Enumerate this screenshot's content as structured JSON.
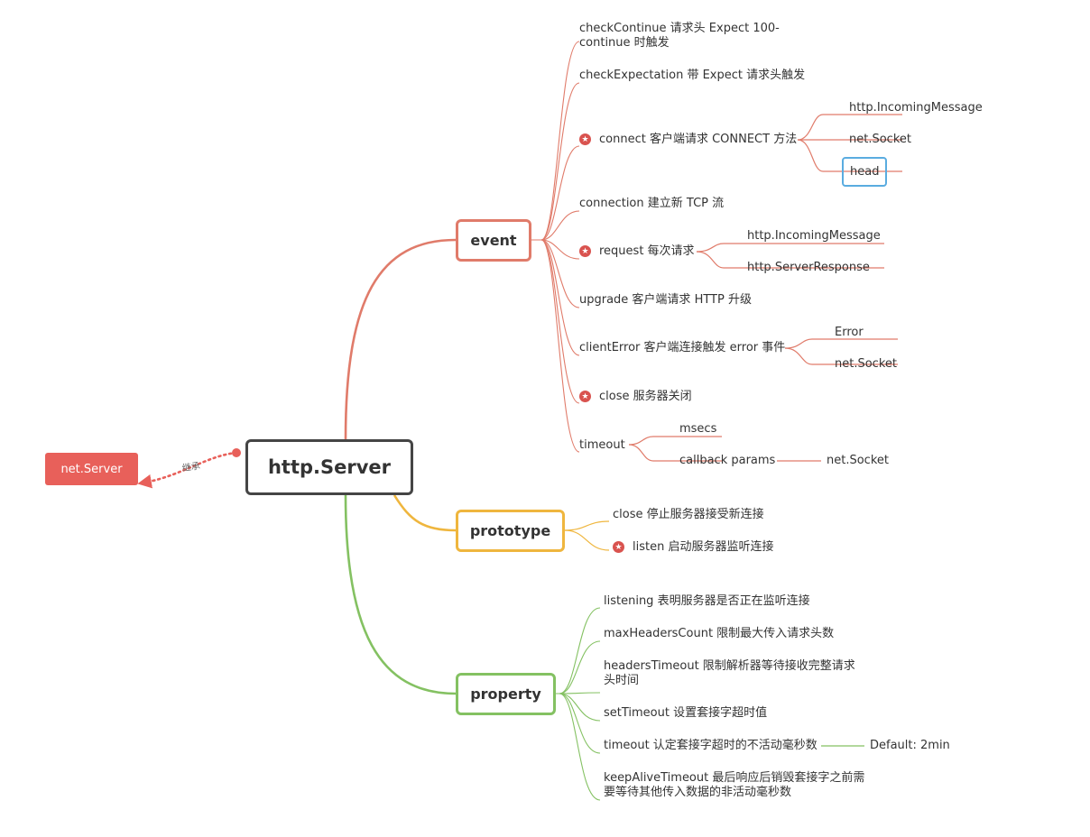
{
  "root": {
    "label": "http.Server"
  },
  "parent": {
    "label": "net.Server",
    "relation": "继承",
    "color": "#e8605a"
  },
  "colors": {
    "event": "#e07b6a",
    "prototype": "#efb63e",
    "property": "#84c162",
    "highlight": "#5aace0",
    "star": "#d9534f"
  },
  "branches": {
    "event": {
      "label": "event",
      "items": [
        {
          "text": "checkContinue 请求头 Expect 100-continue 时触发"
        },
        {
          "text": "checkExpectation 带 Expect 请求头触发"
        },
        {
          "text": "connect 客户端请求 CONNECT 方法",
          "starred": true,
          "children": [
            "http.IncomingMessage",
            "net.Socket",
            "head"
          ],
          "highlight": "head"
        },
        {
          "text": "connection 建立新 TCP 流"
        },
        {
          "text": "request 每次请求",
          "starred": true,
          "children": [
            "http.IncomingMessage",
            "http.ServerResponse"
          ]
        },
        {
          "text": "upgrade 客户端请求 HTTP 升级"
        },
        {
          "text": "clientError 客户端连接触发 error 事件",
          "children": [
            "Error",
            "net.Socket"
          ]
        },
        {
          "text": "close 服务器关闭",
          "starred": true
        },
        {
          "text": "timeout",
          "children": [
            "msecs",
            "callback params"
          ],
          "grandchild": "net.Socket"
        }
      ]
    },
    "prototype": {
      "label": "prototype",
      "items": [
        {
          "text": "close 停止服务器接受新连接"
        },
        {
          "text": "listen 启动服务器监听连接",
          "starred": true
        }
      ]
    },
    "property": {
      "label": "property",
      "items": [
        {
          "text": "listening 表明服务器是否正在监听连接"
        },
        {
          "text": "maxHeadersCount 限制最大传入请求头数"
        },
        {
          "text": "headersTimeout 限制解析器等待接收完整请求头时间"
        },
        {
          "text": "setTimeout 设置套接字超时值"
        },
        {
          "text": "timeout 认定套接字超时的不活动毫秒数",
          "children": [
            "Default: 2min"
          ]
        },
        {
          "text": "keepAliveTimeout 最后响应后销毁套接字之前需要等待其他传入数据的非活动毫秒数"
        }
      ]
    }
  }
}
